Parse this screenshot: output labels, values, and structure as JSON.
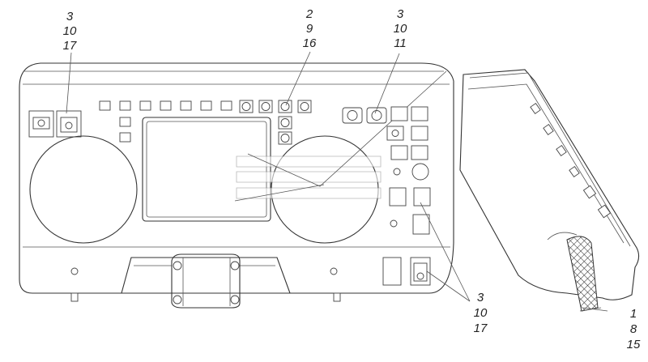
{
  "callouts": {
    "top_left": {
      "a": "3",
      "b": "10",
      "c": "17"
    },
    "top_center": {
      "a": "2",
      "b": "9",
      "c": "16"
    },
    "top_right": {
      "a": "3",
      "b": "10",
      "c": "11"
    },
    "bottom_right": {
      "a": "3",
      "b": "10",
      "c": "17"
    },
    "side": {
      "a": "1",
      "b": "8",
      "c": "15"
    }
  },
  "colors": {
    "line": "#333333",
    "background": "#ffffff"
  }
}
